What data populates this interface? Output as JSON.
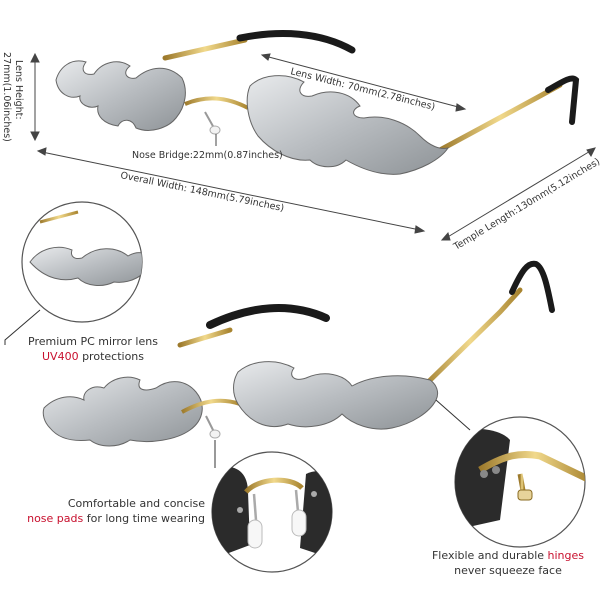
{
  "dimensions": {
    "lens_width": "Lens Width: 70mm(2.78inches)",
    "lens_height_line1": "Lens Height:",
    "lens_height_line2": "27mm(1.06inches)",
    "nose_bridge": "Nose Bridge:22mm(0.87inches)",
    "overall_width": "Overall Width: 148mm(5.79inches)",
    "temple_length": "Temple Length:130mm(5.12inches)"
  },
  "features": {
    "lens": {
      "line1": "Premium PC mirror lens",
      "highlight": "UV400",
      "rest": " protections"
    },
    "nose": {
      "line1": "Comfortable and concise",
      "highlight": "nose pads",
      "rest": " for long time wearing"
    },
    "hinge": {
      "prefix": "Flexible and durable ",
      "highlight": "hinges",
      "line2": "never squeeze face"
    }
  },
  "colors": {
    "lens": "#bfc3c7",
    "frame_gold": "#c9a24a",
    "temple_tip": "#1a1a1a",
    "highlight": "#c8102e",
    "outline": "#555555"
  }
}
